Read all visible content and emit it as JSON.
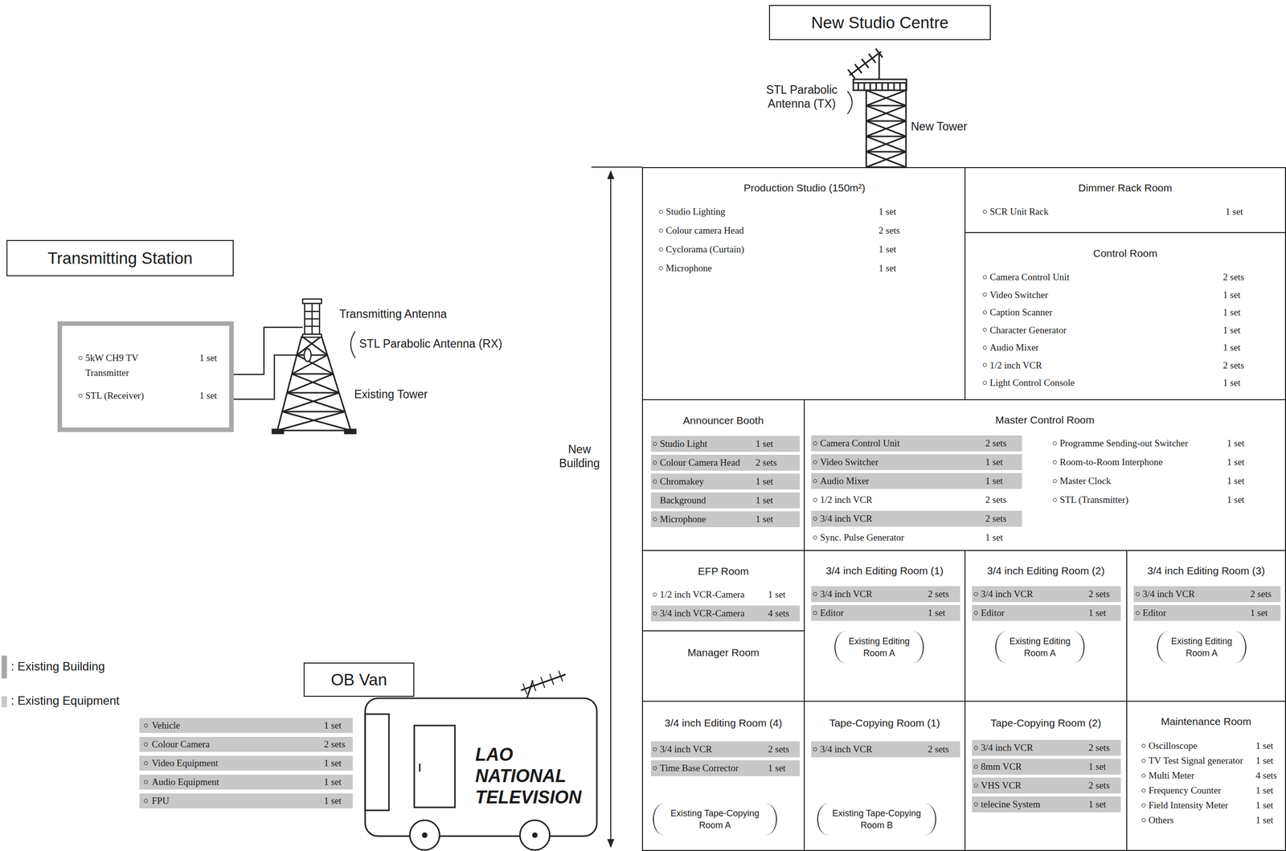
{
  "diagram": {
    "nodes": [
      {
        "text": [
          "New Studio Centre"
        ]
      },
      {
        "text": [
          "Transmitting Station"
        ]
      },
      {
        "text": [
          "5kW CH9 TV Transmitter",
          "1 set",
          "STL (Receiver)",
          "1 set"
        ]
      },
      {
        "text": [
          "Production Studio (150m²)",
          "Studio Lighting",
          "1 set",
          "Colour camera Head",
          "2 sets",
          "Cyclorama (Curtain)",
          "1 set",
          "Microphone",
          "1 set"
        ]
      },
      {
        "text": [
          "Dimmer Rack Room",
          "SCR Unit Rack",
          "1 set"
        ]
      },
      {
        "text": [
          "Control Room",
          "Camera Control Unit",
          "2 sets",
          "Video Switcher",
          "1 set",
          "Caption Scanner",
          "1 set",
          "Character Generator",
          "1 set",
          "Audio Mixer",
          "1 set",
          "1/2 inch VCR",
          "2 sets",
          "Light Control Console",
          "1 set"
        ]
      },
      {
        "text": [
          "Announcer Booth",
          "Studio Light",
          "1 set",
          "Colour Camera Head",
          "2 sets",
          "Chromakey",
          "1 set",
          "Background",
          "1 set",
          "Microphone",
          "1 set"
        ]
      },
      {
        "text": [
          "Master Control Room",
          "Camera Control Unit",
          "2 sets",
          "Video Switcher",
          "1 set",
          "Audio Mixer",
          "1 set",
          "1/2 inch VCR",
          "2 sets",
          "3/4 inch VCR",
          "2 sets",
          "Sync. Pulse Generator",
          "1 set",
          "Programme Sending-out Switcher",
          "1 set",
          "Room-to-Room Interphone",
          "1 set",
          "Master Clock",
          "1 set",
          "STL (Transmitter)",
          "1 set"
        ]
      },
      {
        "text": [
          "EFP Room",
          "1/2 inch VCR-Camera",
          "1 set",
          "3/4 inch VCR-Camera",
          "4 sets"
        ]
      },
      {
        "text": [
          "3/4 inch Editing Room (1)",
          "3/4 inch VCR",
          "2 sets",
          "Editor",
          "1 set",
          "Existing Editing Room A"
        ]
      },
      {
        "text": [
          "3/4 inch Editing Room (2)",
          "3/4 inch VCR",
          "2 sets",
          "Editor",
          "1 set",
          "Existing Editing Room A"
        ]
      },
      {
        "text": [
          "3/4 inch Editing Room (3)",
          "3/4 inch VCR",
          "2 sets",
          "Editor",
          "1 set",
          "Existing Editing Room A"
        ]
      },
      {
        "text": [
          "Manager Room"
        ]
      },
      {
        "text": [
          "3/4 inch Editing Room (4)",
          "3/4 inch VCR",
          "2 sets",
          "Time Base Corrector",
          "1 set",
          "Existing Tape-Copying Room A"
        ]
      },
      {
        "text": [
          "Tape-Copying Room (1)",
          "3/4 inch VCR",
          "2 sets",
          "Existing Tape-Copying Room B"
        ]
      },
      {
        "text": [
          "Tape-Copying Room (2)",
          "3/4 inch VCR",
          "2 sets",
          "8mm VCR",
          "1 set",
          "VHS VCR",
          "2 sets",
          "telecine System",
          "1 set"
        ]
      },
      {
        "text": [
          "Maintenance Room",
          "Oscilloscope",
          "1 set",
          "TV Test Signal generator",
          "1 set",
          "Multi Meter",
          "4 sets",
          "Frequency Counter",
          "1 set",
          "Field Intensity Meter",
          "1 set",
          "Others",
          "1 set"
        ]
      },
      {
        "text": [
          "OB Van"
        ]
      }
    ],
    "labels": [
      "STL Parabolic Antenna (TX)",
      "New Tower",
      "Transmitting Antenna",
      "STL Parabolic Antenna (RX)",
      "Existing Tower",
      "New Building",
      "Vehicle",
      "1 set",
      "Colour Camera",
      "2 sets",
      "Video Equipment",
      "1 set",
      "Audio Equipment",
      "1 set",
      "FPU",
      "1 set",
      "LAO NATIONAL TELEVISION"
    ],
    "legend": [
      {
        "text": ": Existing Building",
        "color": "#a8a8a8"
      },
      {
        "text": ": Existing Equipment",
        "color": "#c8c8c8"
      }
    ]
  }
}
